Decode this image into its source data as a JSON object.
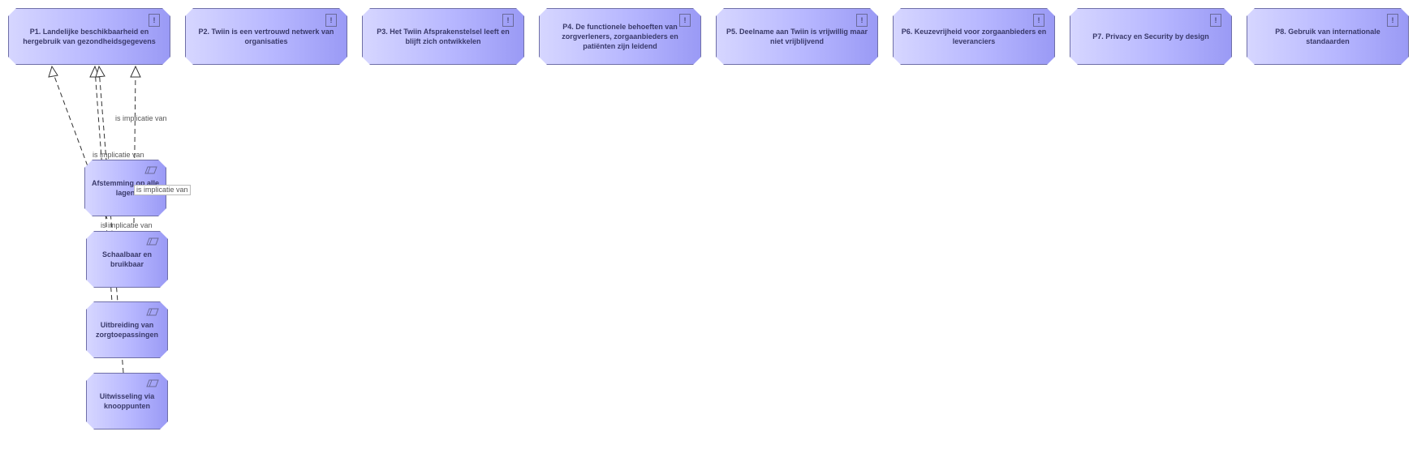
{
  "principles": [
    {
      "label": "P1. Landelijke beschikbaarheid en hergebruik van gezondheidsgegevens",
      "icon": "principle-icon"
    },
    {
      "label": "P2. Twiin is een vertrouwd netwerk van organisaties",
      "icon": "principle-icon"
    },
    {
      "label": "P3. Het Twiin Afsprakenstelsel leeft en blijft zich ontwikkelen",
      "icon": "principle-icon"
    },
    {
      "label": "P4. De functionele behoeften van zorgverleners, zorgaanbieders en patiënten zijn leidend",
      "icon": "principle-icon"
    },
    {
      "label": "P5. Deelname aan Twiin is vrijwillig maar niet vrijblijvend",
      "icon": "principle-icon"
    },
    {
      "label": "P6. Keuzevrijheid voor zorgaanbieders en leveranciers",
      "icon": "principle-icon"
    },
    {
      "label": "P7. Privacy en Security by design",
      "icon": "principle-icon"
    },
    {
      "label": "P8. Gebruik van internationale standaarden",
      "icon": "principle-icon"
    }
  ],
  "implications": [
    {
      "label": "Afstemming op alle lagen",
      "icon": "implication-icon"
    },
    {
      "label": "Schaalbaar en bruikbaar",
      "icon": "implication-icon"
    },
    {
      "label": "Uitbreiding van zorgtoepassingen",
      "icon": "implication-icon"
    },
    {
      "label": "Uitwisseling via knooppunten",
      "icon": "implication-icon"
    }
  ],
  "relations": [
    {
      "label": "is implicatie van"
    },
    {
      "label": "is implicatie van"
    },
    {
      "label": "is implicatie van"
    },
    {
      "label": "is implicatie van"
    }
  ],
  "icon_glyphs": {
    "principle": "!"
  }
}
